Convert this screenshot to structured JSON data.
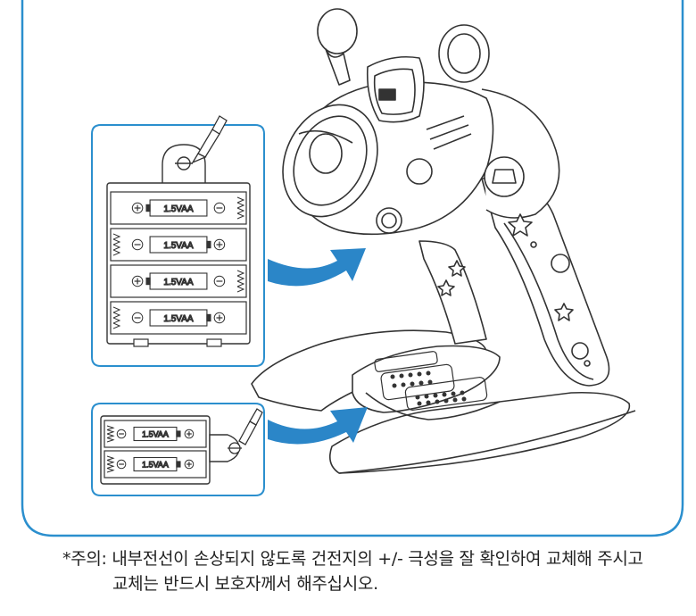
{
  "battery_label": "1.5VAA",
  "caution": {
    "line1": "*주의: 내부전선이 손상되지 않도록 건전지의 +/- 극성을 잘 확인하여 교체해 주시고",
    "line2": "교체는 반드시 보호자께서 해주십시오."
  },
  "colors": {
    "frame": "#2b8fce",
    "arrow": "#2b86c8",
    "line": "#333333"
  }
}
